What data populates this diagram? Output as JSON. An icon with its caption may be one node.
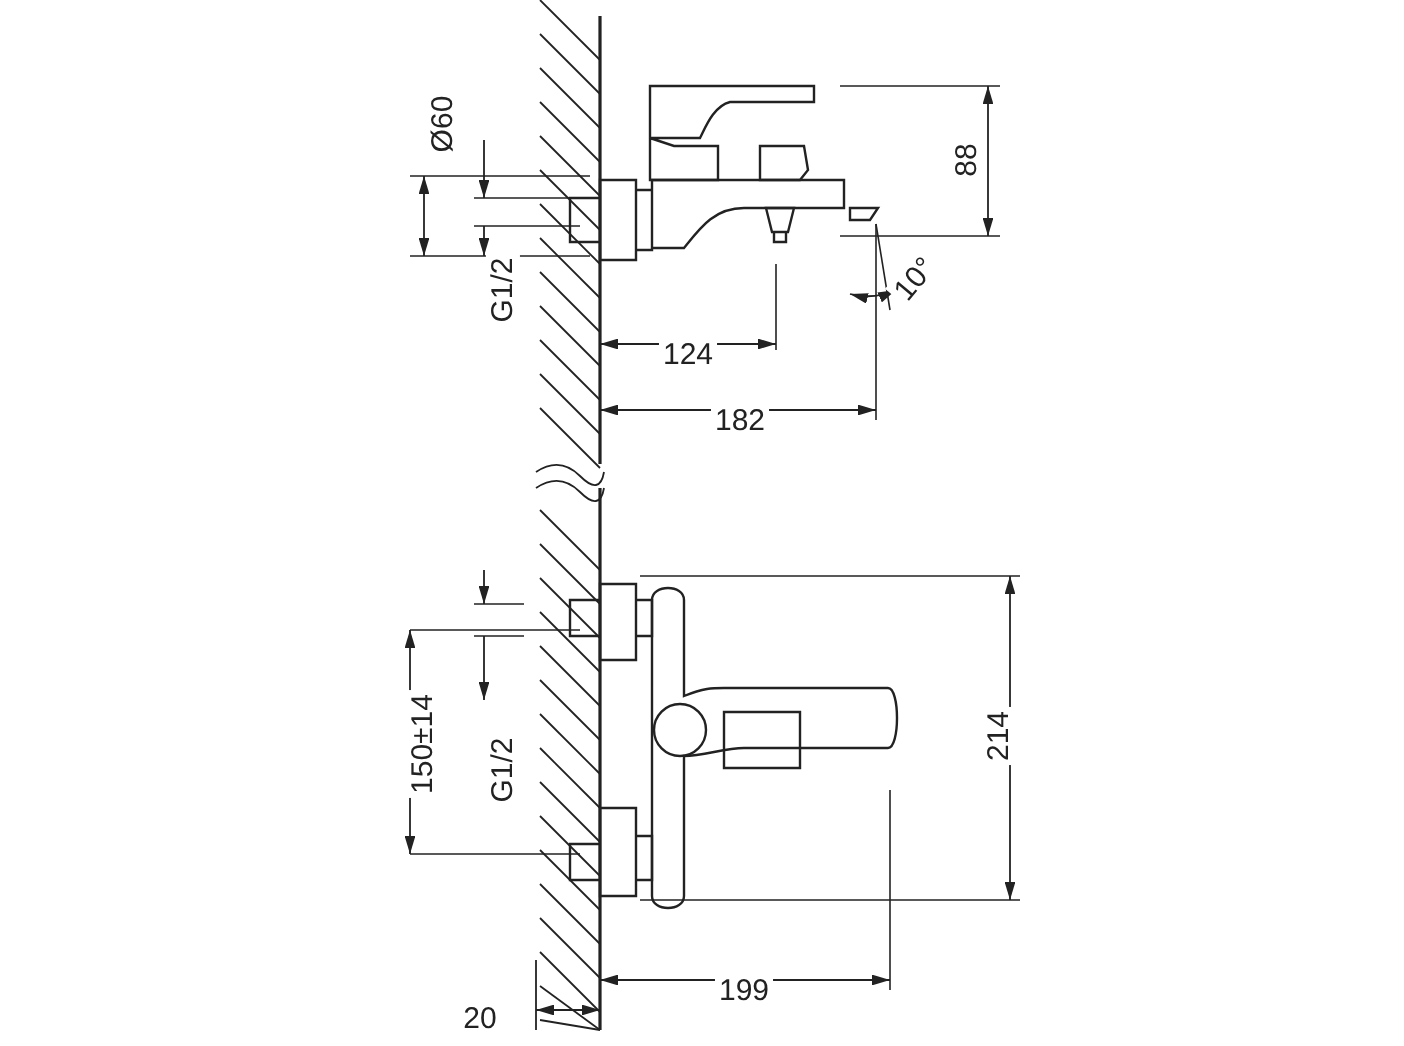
{
  "diagram": {
    "labels": [
      "Ø60",
      "88",
      "G1/2",
      "10°",
      "124",
      "182",
      "150±14",
      "G1/2",
      "214",
      "199",
      "20"
    ]
  }
}
